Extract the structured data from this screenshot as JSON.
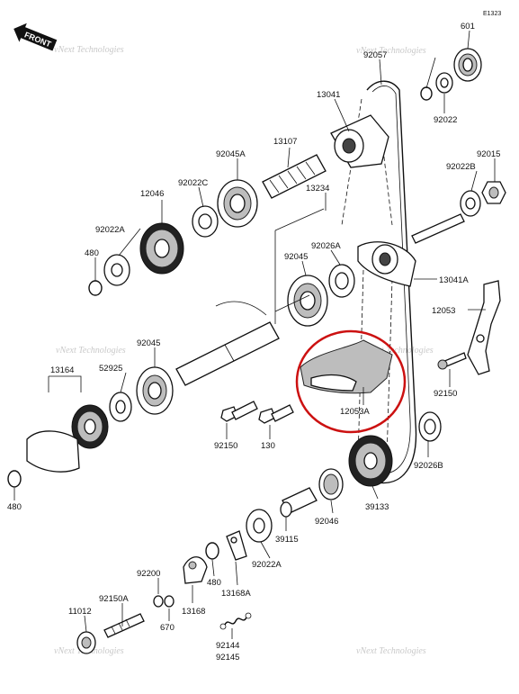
{
  "diagram_code": "E1323",
  "front_label": "FRONT",
  "watermark": "vNext Technologies",
  "highlight_color": "#cc1111",
  "parts": {
    "p601": "601",
    "p92057": "92057",
    "p92022": "92022",
    "p13041": "13041",
    "p13107": "13107",
    "p92045A": "92045A",
    "p92022C": "92022C",
    "p12046": "12046",
    "p92015": "92015",
    "p92022B": "92022B",
    "p13234": "13234",
    "p92022A_top": "92022A",
    "p480_top": "480",
    "p92026A": "92026A",
    "p92045_mid": "92045",
    "p13041A": "13041A",
    "p12053": "12053",
    "p92045_left": "92045",
    "p13164": "13164",
    "p52925": "52925",
    "p92150_right": "92150",
    "p12053A": "12053A",
    "p92150_mid": "92150",
    "p130": "130",
    "p92026B": "92026B",
    "p480_left": "480",
    "p39133": "39133",
    "p92046": "92046",
    "p39115": "39115",
    "p92022A_bot": "92022A",
    "p92200": "92200",
    "p480_bot": "480",
    "p13168A": "13168A",
    "p92150A": "92150A",
    "p11012": "11012",
    "p670": "670",
    "p13168": "13168",
    "p92144": "92144",
    "p92145": "92145"
  }
}
